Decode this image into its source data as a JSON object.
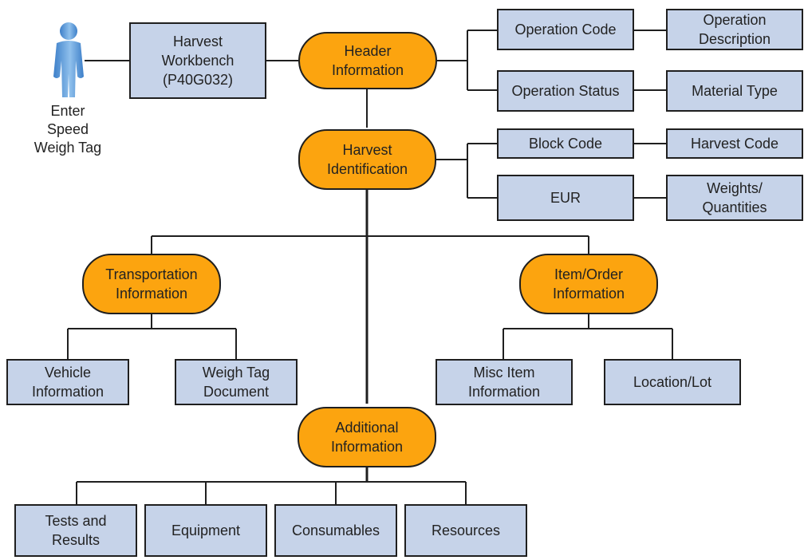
{
  "actor": {
    "label": "Enter\nSpeed\nWeigh Tag"
  },
  "workbench": {
    "label": "Harvest\nWorkbench\n(P40G032)"
  },
  "header_info": {
    "label": "Header\nInformation"
  },
  "operation_code": {
    "label": "Operation Code"
  },
  "operation_description": {
    "label": "Operation\nDescription"
  },
  "operation_status": {
    "label": "Operation Status"
  },
  "material_type": {
    "label": "Material Type"
  },
  "harvest_identification": {
    "label": "Harvest\nIdentification"
  },
  "block_code": {
    "label": "Block Code"
  },
  "harvest_code": {
    "label": "Harvest Code"
  },
  "eur": {
    "label": "EUR"
  },
  "weights_quantities": {
    "label": "Weights/\nQuantities"
  },
  "transportation_info": {
    "label": "Transportation\nInformation"
  },
  "item_order_info": {
    "label": "Item/Order\nInformation"
  },
  "vehicle_info": {
    "label": "Vehicle\nInformation"
  },
  "weigh_tag_document": {
    "label": "Weigh Tag\nDocument"
  },
  "misc_item_info": {
    "label": "Misc Item\nInformation"
  },
  "location_lot": {
    "label": "Location/Lot"
  },
  "additional_info": {
    "label": "Additional\nInformation"
  },
  "tests_results": {
    "label": "Tests and\nResults"
  },
  "equipment": {
    "label": "Equipment"
  },
  "consumables": {
    "label": "Consumables"
  },
  "resources": {
    "label": "Resources"
  },
  "colors": {
    "process_box_fill": "#c6d3e9",
    "section_pill_fill": "#fca40f",
    "actor_fill": "#6fa8dc",
    "line": "#1f1f1f"
  },
  "icons": {
    "actor": "person-icon"
  }
}
